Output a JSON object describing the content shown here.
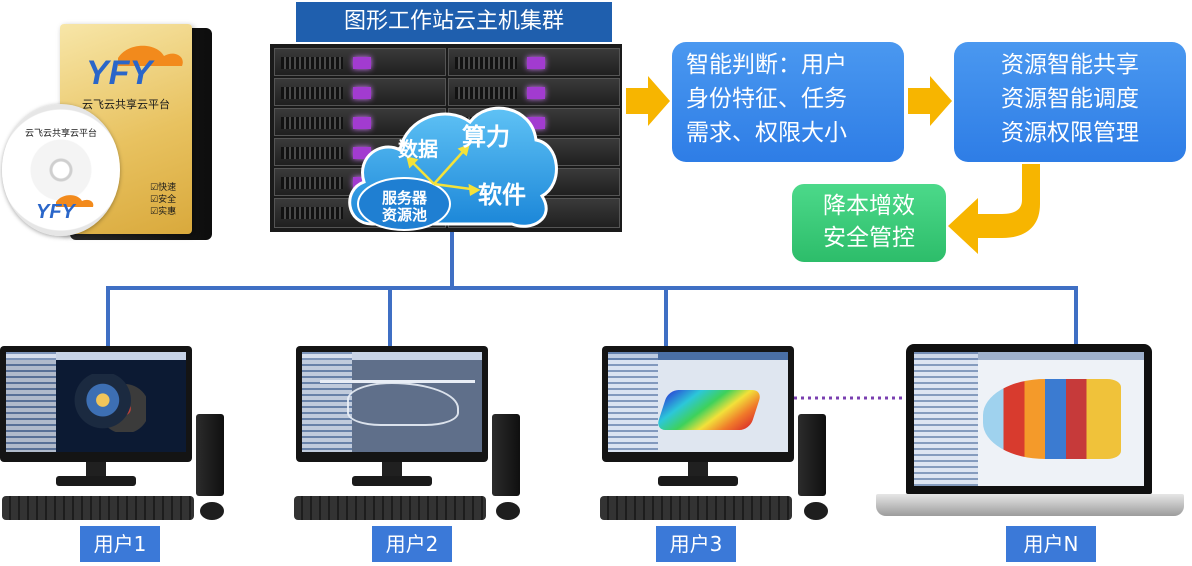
{
  "product": {
    "logo_text": "YFY",
    "box_title": "云飞云共享云平台",
    "disc_title": "云飞云共享云平台",
    "features": [
      "快速",
      "安全",
      "实惠"
    ]
  },
  "header": {
    "title": "图形工作站云主机集群"
  },
  "cloud": {
    "data_label": "数据",
    "compute_label": "算力",
    "software_label": "软件",
    "pool_label_line1": "服务器",
    "pool_label_line2": "资源池"
  },
  "flow": {
    "judge_lines": [
      "智能判断：用户",
      "身份特征、任务",
      "需求、权限大小"
    ],
    "resource_lines": [
      "资源智能共享",
      "资源智能调度",
      "资源权限管理"
    ],
    "benefit_lines": [
      "降本增效",
      "安全管控"
    ]
  },
  "users": [
    {
      "label": "用户1"
    },
    {
      "label": "用户2"
    },
    {
      "label": "用户3"
    },
    {
      "label": "用户N"
    }
  ],
  "colors": {
    "header_bg": "#1f5fae",
    "flow_blue": "#3a8aeb",
    "flow_green": "#34c774",
    "arrow": "#f7b500",
    "network_line": "#3f6fc4",
    "dotted_link": "#7a3fb0",
    "user_label_bg": "#3b79d8"
  }
}
